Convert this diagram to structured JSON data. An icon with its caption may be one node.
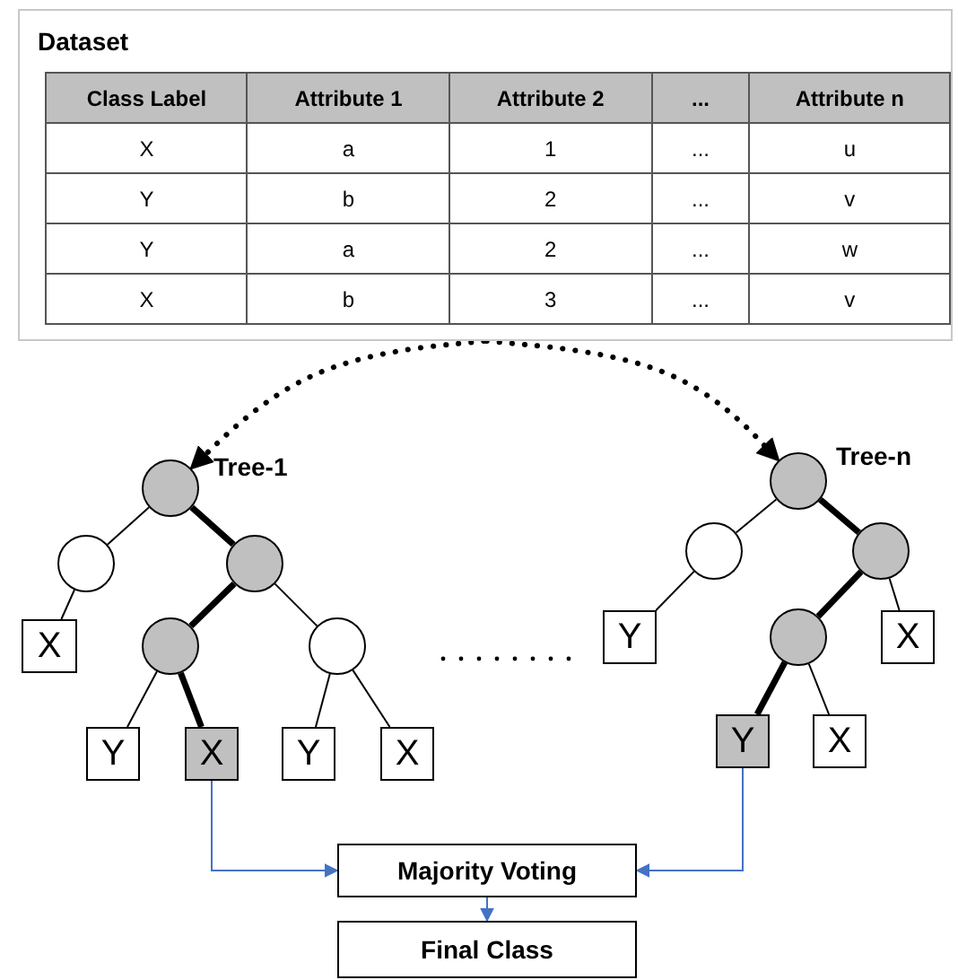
{
  "diagram": {
    "nodes": [
      {
        "text": [
          "Dataset"
        ]
      },
      {
        "text": [],
        "shape": "circle",
        "beside": [
          "Tree-1"
        ]
      },
      {
        "text": [],
        "shape": "circle"
      },
      {
        "text": [],
        "shape": "circle"
      },
      {
        "text": [
          "X"
        ]
      },
      {
        "text": [],
        "shape": "circle"
      },
      {
        "text": [],
        "shape": "circle"
      },
      {
        "text": [
          "Y"
        ]
      },
      {
        "text": [
          "X"
        ]
      },
      {
        "text": [
          "Y"
        ]
      },
      {
        "text": [
          "X"
        ]
      },
      {
        "text": [],
        "shape": "circle",
        "beside": [
          "Tree-n"
        ]
      },
      {
        "text": [],
        "shape": "circle"
      },
      {
        "text": [],
        "shape": "circle"
      },
      {
        "text": [
          "Y"
        ]
      },
      {
        "text": [],
        "shape": "circle"
      },
      {
        "text": [
          "X"
        ]
      },
      {
        "text": [
          "Y"
        ]
      },
      {
        "text": [
          "X"
        ]
      },
      {
        "text": [
          "Majority Voting"
        ]
      },
      {
        "text": [
          "Final Class"
        ]
      }
    ],
    "edges": [
      {
        "from": 0,
        "to": 1,
        "arrow": "to",
        "style": "dashed"
      },
      {
        "from": 0,
        "to": 11,
        "arrow": "to",
        "style": "dashed"
      },
      {
        "from": 1,
        "to": 2,
        "arrow": "none"
      },
      {
        "from": 1,
        "to": 3,
        "arrow": "none",
        "style": "thick"
      },
      {
        "from": 2,
        "to": 4,
        "arrow": "none"
      },
      {
        "from": 3,
        "to": 5,
        "arrow": "none",
        "style": "thick"
      },
      {
        "from": 3,
        "to": 6,
        "arrow": "none"
      },
      {
        "from": 5,
        "to": 7,
        "arrow": "none"
      },
      {
        "from": 5,
        "to": 8,
        "arrow": "none",
        "style": "thick"
      },
      {
        "from": 6,
        "to": 9,
        "arrow": "none"
      },
      {
        "from": 6,
        "to": 10,
        "arrow": "none"
      },
      {
        "from": 11,
        "to": 12,
        "arrow": "none"
      },
      {
        "from": 11,
        "to": 13,
        "arrow": "none",
        "style": "thick"
      },
      {
        "from": 12,
        "to": 14,
        "arrow": "none"
      },
      {
        "from": 13,
        "to": 15,
        "arrow": "none",
        "style": "thick"
      },
      {
        "from": 13,
        "to": 16,
        "arrow": "none"
      },
      {
        "from": 15,
        "to": 17,
        "arrow": "none",
        "style": "thick"
      },
      {
        "from": 15,
        "to": 18,
        "arrow": "none"
      },
      {
        "from": 8,
        "to": 19,
        "arrow": "to",
        "color": "#4472c4"
      },
      {
        "from": 17,
        "to": 19,
        "arrow": "to",
        "color": "#4472c4"
      },
      {
        "from": 19,
        "to": 20,
        "arrow": "to",
        "color": "#4472c4"
      }
    ],
    "labels": [
      "Class Label",
      "Attribute 1",
      "Attribute 2",
      "...",
      "Attribute n",
      "X",
      "a",
      "1",
      "...",
      "u",
      "Y",
      "b",
      "2",
      "...",
      "v",
      "Y",
      "a",
      "2",
      "...",
      "w",
      "X",
      "b",
      "3",
      "...",
      "v"
    ]
  }
}
